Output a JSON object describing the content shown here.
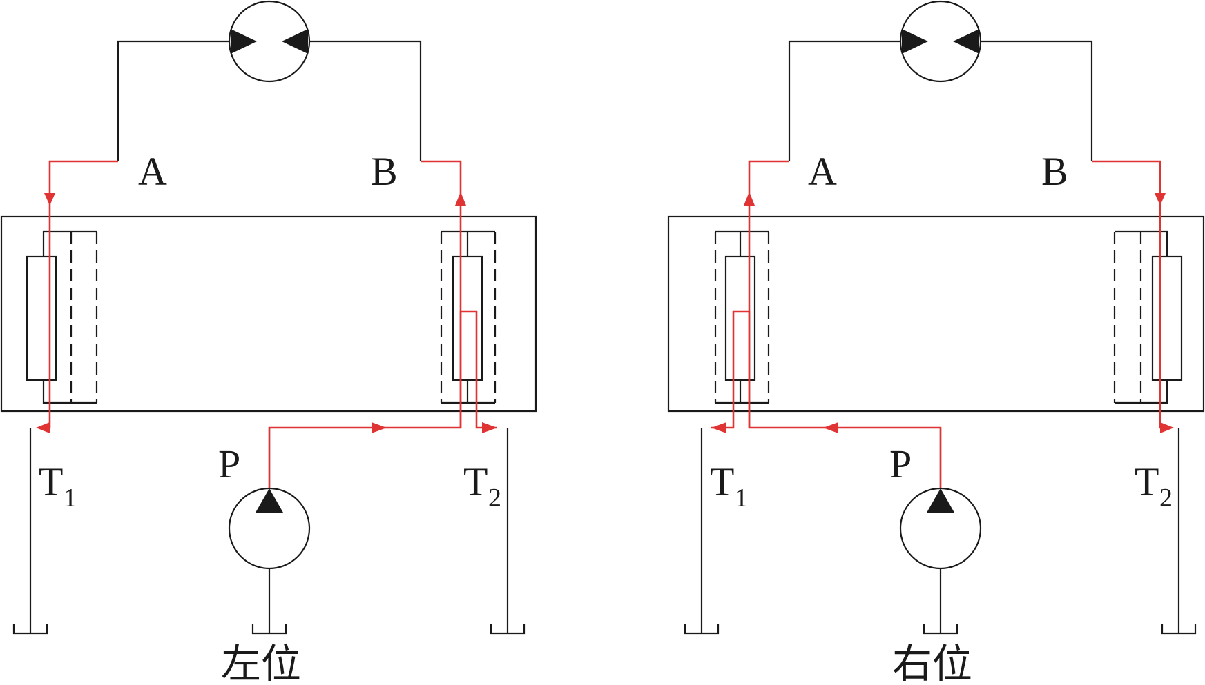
{
  "panels": [
    {
      "id": "left",
      "port_a": "A",
      "port_b": "B",
      "pressure": "P",
      "tank1": "T",
      "tank1_sub": "1",
      "tank2": "T",
      "tank2_sub": "2",
      "caption": "左位"
    },
    {
      "id": "right",
      "port_a": "A",
      "port_b": "B",
      "pressure": "P",
      "tank1": "T",
      "tank1_sub": "1",
      "tank2": "T",
      "tank2_sub": "2",
      "caption": "右位"
    }
  ],
  "colors": {
    "line": "#1a1a1a",
    "flow": "#e03434"
  }
}
